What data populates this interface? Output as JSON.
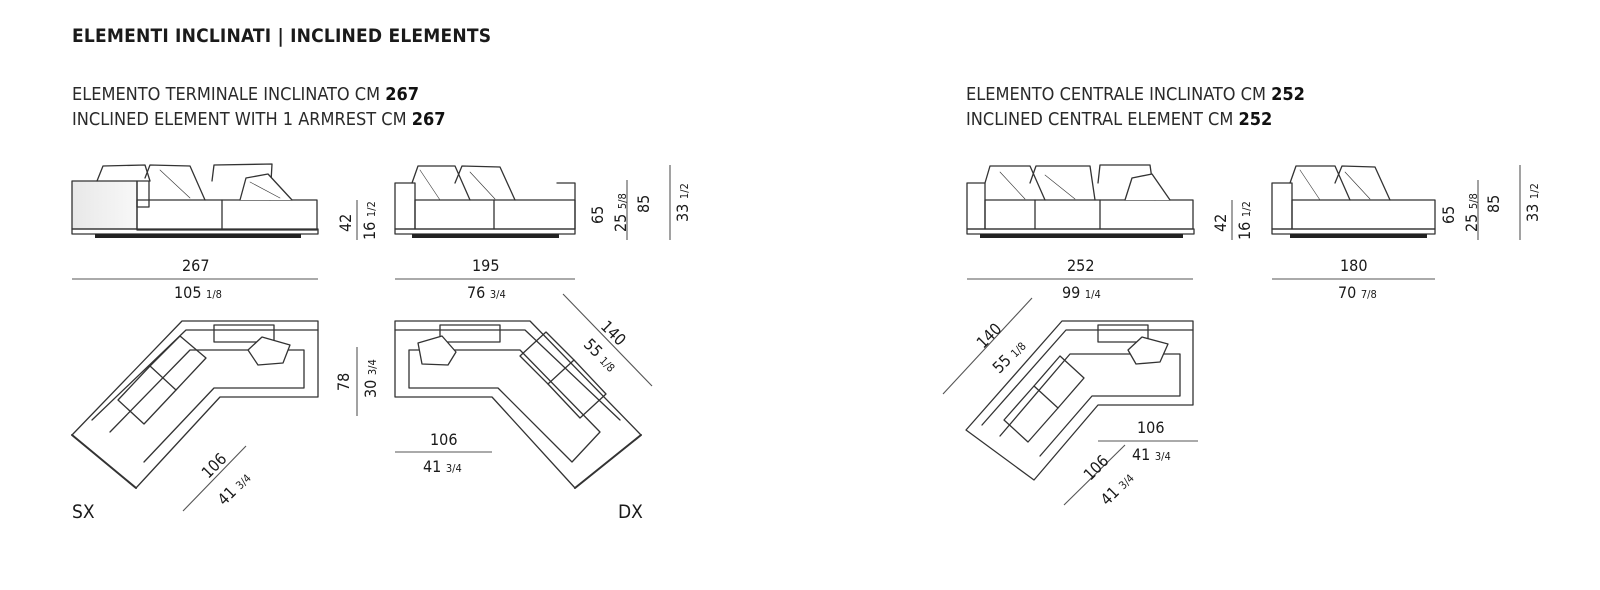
{
  "heading": "ELEMENTI INCLINATI | INCLINED ELEMENTS",
  "left_group": {
    "it_prefix": "ELEMENTO TERMINALE INCLINATO CM ",
    "it_value": "267",
    "en_prefix": "INCLINED ELEMENT WITH 1 ARMREST CM ",
    "en_value": "267",
    "front_width_cm": "267",
    "front_width_in": "105",
    "front_width_in_frac": "1/8",
    "side_width_cm": "195",
    "side_width_in": "76",
    "side_width_in_frac": "3/4",
    "seat_h_cm": "42",
    "seat_h_in": "16",
    "seat_h_in_frac": "1/2",
    "arm_h_cm": "65",
    "arm_h_in": "25",
    "arm_h_in_frac": "5/8",
    "back_h_cm": "85",
    "back_h_in": "33",
    "back_h_in_frac": "1/2",
    "plan_depth_cm": "78",
    "plan_depth_in": "30",
    "plan_depth_in_frac": "3/4",
    "plan_seat_cm": "106",
    "plan_seat_in": "41",
    "plan_seat_in_frac": "3/4",
    "plan_diag_cm": "140",
    "plan_diag_in": "55",
    "plan_diag_in_frac": "1/8",
    "sx_label": "SX",
    "dx_label": "DX"
  },
  "right_group": {
    "it_prefix": "ELEMENTO CENTRALE INCLINATO CM ",
    "it_value": "252",
    "en_prefix": "INCLINED CENTRAL ELEMENT CM ",
    "en_value": "252",
    "front_width_cm": "252",
    "front_width_in": "99",
    "front_width_in_frac": "1/4",
    "side_width_cm": "180",
    "side_width_in": "70",
    "side_width_in_frac": "7/8",
    "seat_h_cm": "42",
    "seat_h_in": "16",
    "seat_h_in_frac": "1/2",
    "arm_h_cm": "65",
    "arm_h_in": "25",
    "arm_h_in_frac": "5/8",
    "back_h_cm": "85",
    "back_h_in": "33",
    "back_h_in_frac": "1/2",
    "plan_diag_cm": "140",
    "plan_diag_in": "55",
    "plan_diag_in_frac": "1/8",
    "plan_seat_a_cm": "106",
    "plan_seat_a_in": "41",
    "plan_seat_a_in_frac": "3/4",
    "plan_seat_b_cm": "106",
    "plan_seat_b_in": "41",
    "plan_seat_b_in_frac": "3/4"
  }
}
